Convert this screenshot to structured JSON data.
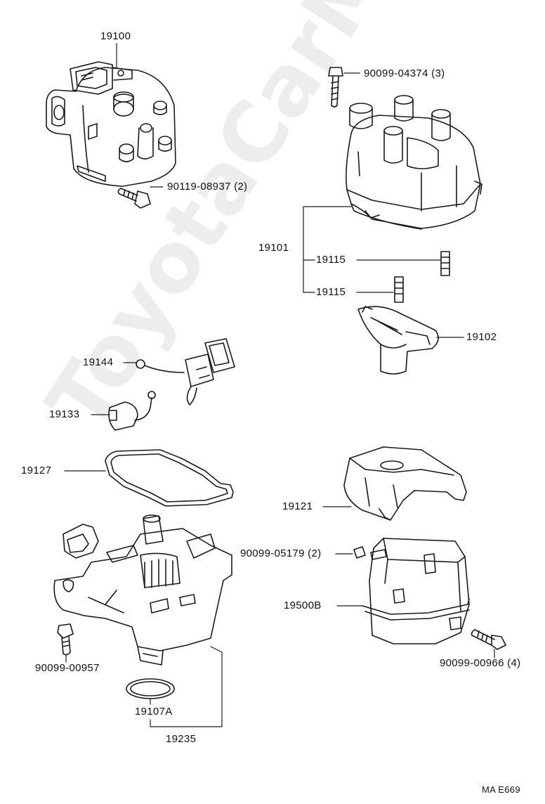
{
  "labels": {
    "p19100": "19100",
    "p90099_04374": "90099-04374 (3)",
    "p90119_08937": "90119-08937 (2)",
    "p19101": "19101",
    "p19115a": "19115",
    "p19115b": "19115",
    "p19102": "19102",
    "p19144": "19144",
    "p19133": "19133",
    "p19127": "19127",
    "p19121": "19121",
    "p90099_05179": "90099-05179 (2)",
    "p19500B": "19500B",
    "p90099_00957": "90099-00957",
    "p90099_00966": "90099-00966 (4)",
    "p19107A": "19107A",
    "p19235": "19235",
    "code": "MA E669"
  },
  "watermark": "ToyotaCarMir.ru",
  "colors": {
    "line": "#1a1a1a",
    "watermark": "#000000"
  }
}
